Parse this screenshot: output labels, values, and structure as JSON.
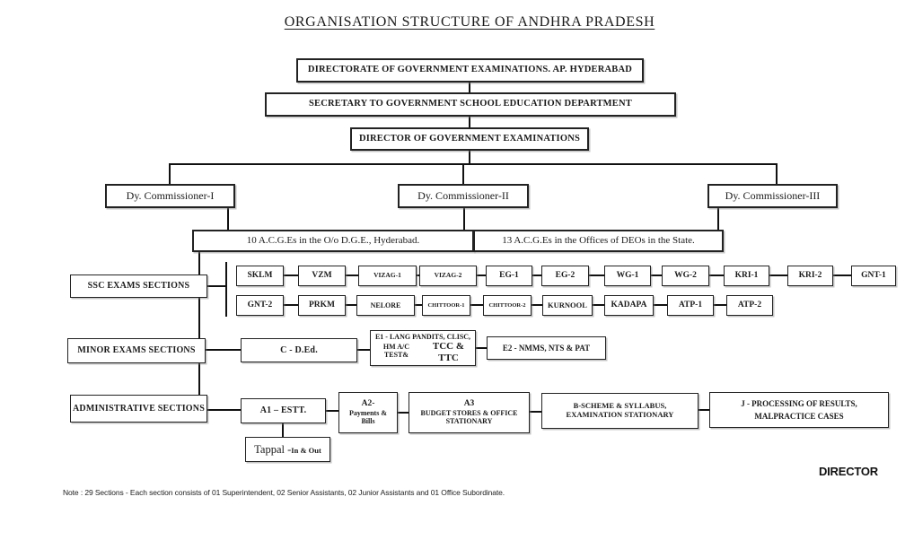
{
  "title": "ORGANISATION STRUCTURE OF ANDHRA PRADESH",
  "hierarchy": {
    "directorate": "DIRECTORATE OF GOVERNMENT EXAMINATIONS. AP. HYDERABAD",
    "secretary": "SECRETARY TO GOVERNMENT SCHOOL EDUCATION DEPARTMENT",
    "director": "DIRECTOR OF GOVERNMENT EXAMINATIONS",
    "dy_commissioner_1": "Dy. Commissioner-I",
    "dy_commissioner_2": "Dy. Commissioner-II",
    "dy_commissioner_3": "Dy. Commissioner-III",
    "acge_hyderabad": "10 A.C.G.Es in the O/o D.G.E., Hyderabad.",
    "acge_state": "13 A.C.G.Es  in the Offices of DEOs in the State."
  },
  "ssc": {
    "label": "SSC EXAMS SECTIONS",
    "row1": [
      "SKLM",
      "VZM",
      "VIZAG-1",
      "VIZAG-2",
      "EG-1",
      "EG-2",
      "WG-1",
      "WG-2",
      "KRI-1",
      "KRI-2",
      "GNT-1"
    ],
    "row2": [
      "GNT-2",
      "PRKM",
      "NELORE",
      "CHITTOOR-1",
      "CHITTOOR-2",
      "KURNOOL",
      "KADAPA",
      "ATP-1",
      "ATP-2"
    ]
  },
  "minor": {
    "label": "MINOR EXAMS SECTIONS",
    "c_ded": "C - D.Ed.",
    "e1_line1": "E1 - LANG PANDITS, CLISC,",
    "e1_line2_small": "HM A/C TEST&",
    "e1_line2_large": "TCC & TTC",
    "e2": "E2 - NMMS, NTS  & PAT"
  },
  "admin": {
    "label": "ADMINISTRATIVE SECTIONS",
    "a1": "A1 – ESTT.",
    "a2_line1": "A2-",
    "a2_line2": "Payments &",
    "a2_line3": "Bills",
    "a3_line1": "A3",
    "a3_line2": "BUDGET STORES & OFFICE STATIONARY",
    "b_line1": "B-SCHEME & SYLLABUS,",
    "b_line2": "EXAMINATION STATIONARY",
    "j_line1": "J - PROCESSING OF RESULTS,",
    "j_line2": "MALPRACTICE CASES",
    "tappal_prefix": "Tappal - ",
    "tappal_suffix": "In & Out"
  },
  "footer": {
    "director_label": "DIRECTOR",
    "note": "Note : 29 Sections - Each section consists of 01 Superintendent, 02 Senior Assistants, 02 Junior Assistants and 01 Office Subordinate."
  }
}
